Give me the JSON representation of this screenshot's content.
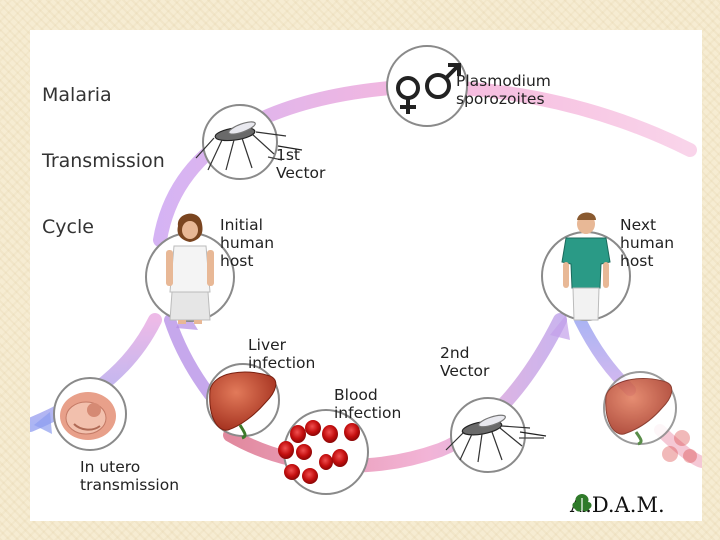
{
  "slide": {
    "title": ""
  },
  "diagram": {
    "title_lines": [
      "Malaria",
      "Transmission",
      "Cycle"
    ],
    "labels": {
      "plasmodium": "Plasmodium\nsporozoites",
      "first_vector": "1st\nVector",
      "initial_host": "Initial\nhuman\nhost",
      "next_host": "Next\nhuman\nhost",
      "liver": "Liver\ninfection",
      "second_vector": "2nd\nVector",
      "blood": "Blood\ninfection",
      "in_utero": "In utero\ntransmission"
    },
    "colors": {
      "path_pink": "#f3a6d4",
      "path_purple": "#b98ee8",
      "path_blue": "#8d9cf0",
      "path_red": "#e0607a",
      "circle_stroke": "#8a8a8a",
      "rbc_red": "#d01818"
    },
    "icons": {
      "female": "female-symbol-icon",
      "male": "male-symbol-icon",
      "mosquito": "mosquito-icon",
      "woman": "woman-host-icon",
      "man": "man-host-icon",
      "liver": "liver-icon",
      "blood": "red-blood-cells-icon",
      "fetus": "fetus-icon",
      "logo": "adam-leaf-icon"
    },
    "logo": "A.D.A.M."
  }
}
